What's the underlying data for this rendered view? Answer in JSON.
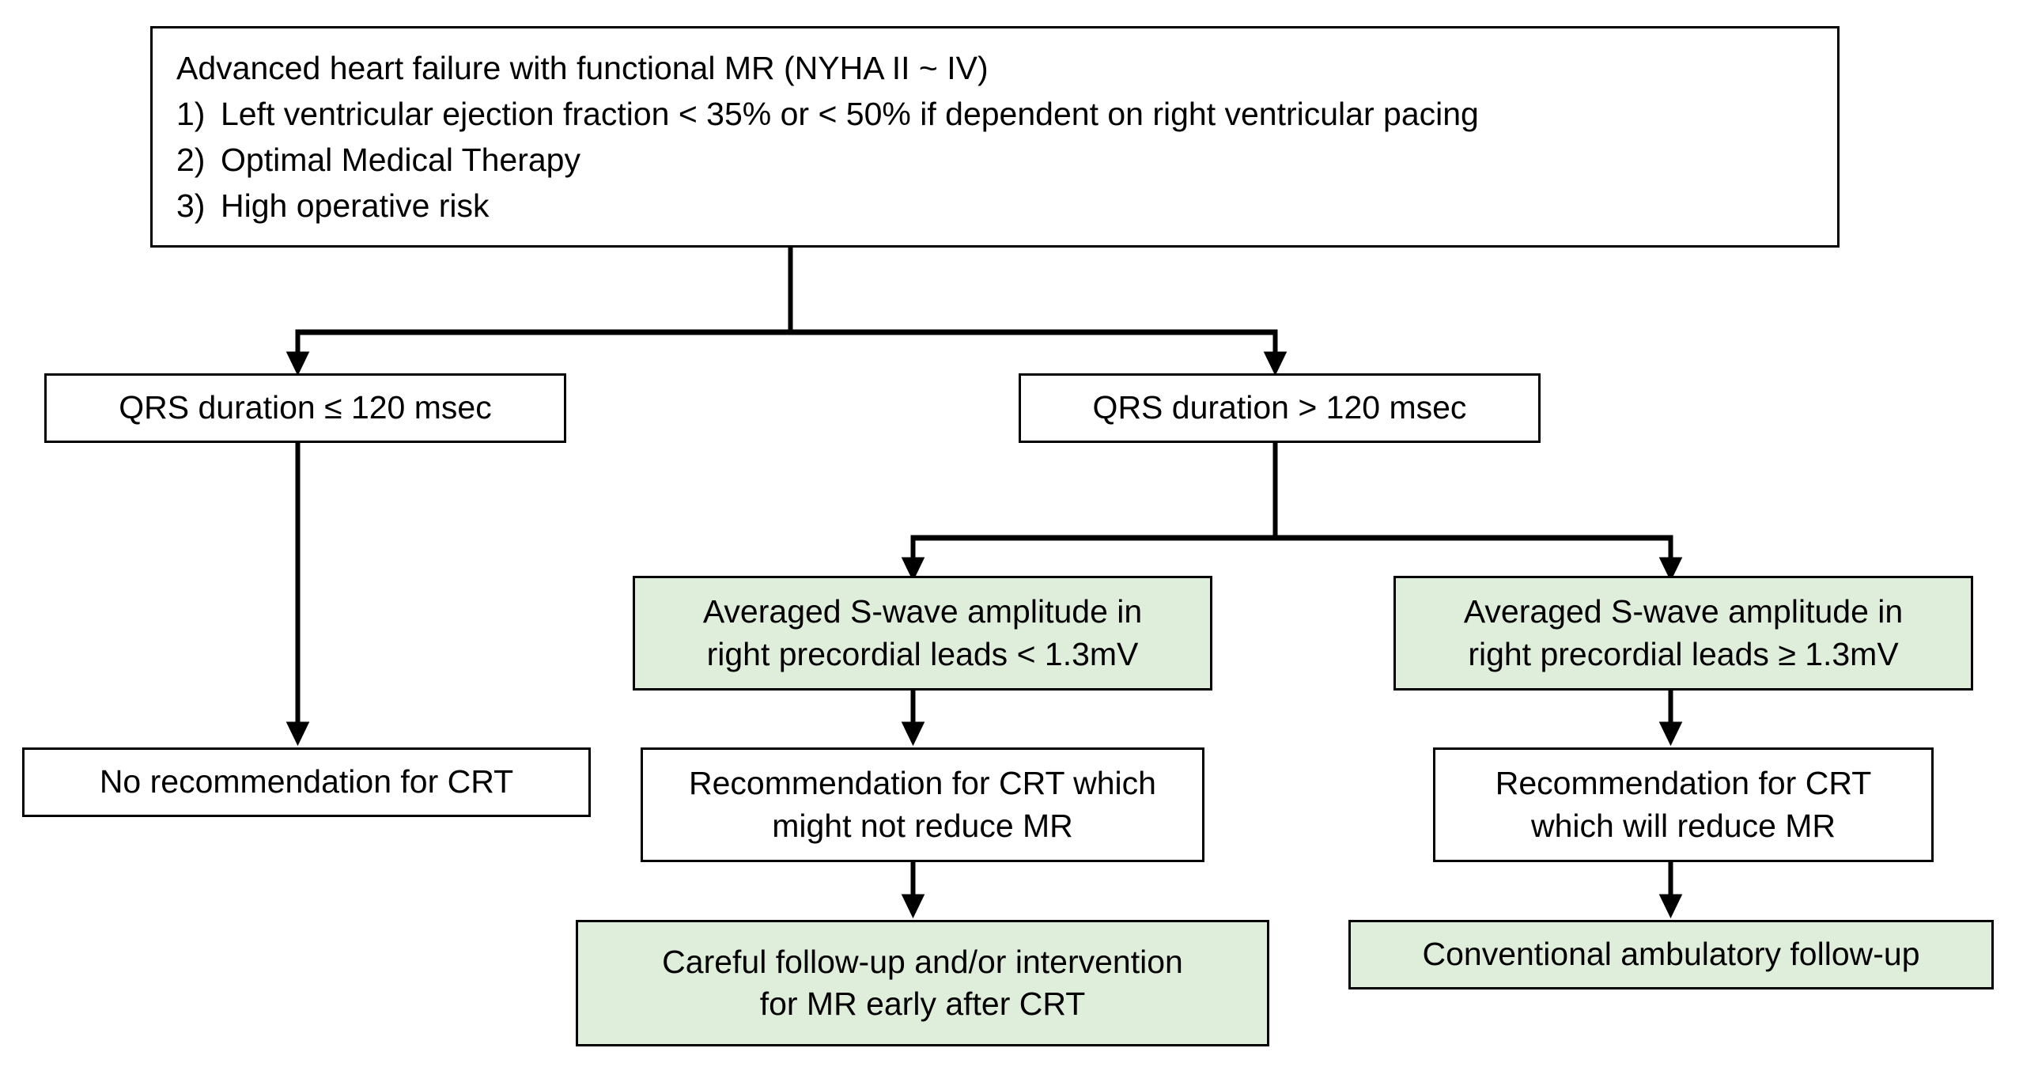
{
  "diagram": {
    "title": "CRT recommendation decision flowchart",
    "colors": {
      "green_fill": "#dfeddb",
      "stroke": "#000000",
      "white_fill": "#ffffff"
    },
    "nodes": {
      "root": {
        "heading": "Advanced heart failure with functional MR (NYHA II ~ IV)",
        "item1_num": "1)",
        "item1_text": "Left ventricular ejection fraction < 35% or < 50% if dependent on right ventricular pacing",
        "item2_num": "2)",
        "item2_text": "Optimal Medical Therapy",
        "item3_num": "3)",
        "item3_text": "High operative risk"
      },
      "qrs_short": {
        "label": "QRS duration ≤ 120 msec"
      },
      "qrs_long": {
        "label": "QRS duration > 120 msec"
      },
      "no_crt": {
        "label": "No recommendation for CRT"
      },
      "swave_low": {
        "line1": "Averaged S-wave amplitude in",
        "line2": "right precordial leads < 1.3mV"
      },
      "swave_high": {
        "line1": "Averaged S-wave amplitude in",
        "line2": "right precordial leads ≥ 1.3mV"
      },
      "rec_might_not": {
        "line1": "Recommendation for CRT which",
        "line2": "might not reduce MR"
      },
      "rec_will": {
        "line1": "Recommendation for CRT",
        "line2": "which will reduce MR"
      },
      "careful_followup": {
        "line1": "Careful follow-up and/or intervention",
        "line2": "for MR early after CRT"
      },
      "conventional_followup": {
        "line1": "Conventional ambulatory follow-up"
      }
    }
  }
}
